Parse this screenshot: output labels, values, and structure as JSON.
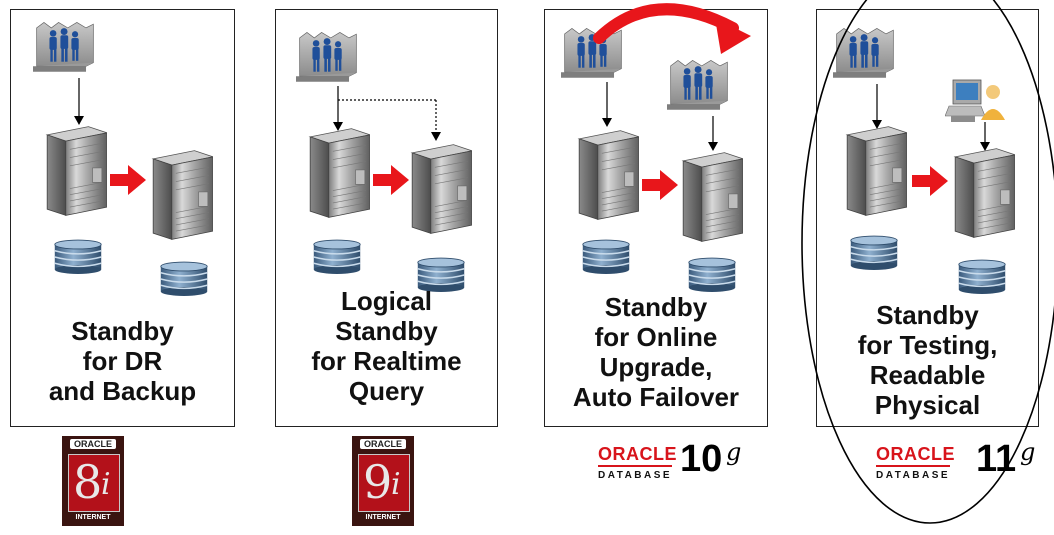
{
  "panels": [
    {
      "caption": "Standby\nfor DR\nand Backup"
    },
    {
      "caption": "Logical\nStandby\nfor Realtime\nQuery"
    },
    {
      "caption": "Standby\nfor Online\nUpgrade,\nAuto Failover"
    },
    {
      "caption": "Standby\nfor Testing,\nReadable\nPhysical"
    }
  ],
  "logos": {
    "v8": {
      "brand": "ORACLE",
      "version": "8",
      "suffix": "i",
      "footer": "INTERNET"
    },
    "v9": {
      "brand": "ORACLE",
      "version": "9",
      "suffix": "i",
      "footer": "INTERNET"
    },
    "v10": {
      "brand": "ORACLE",
      "sub": "DATABASE",
      "version": "10",
      "suffix": "g"
    },
    "v11": {
      "brand": "ORACLE",
      "sub": "DATABASE",
      "version": "11",
      "suffix": "g"
    }
  },
  "colors": {
    "arrow": "#e8161b",
    "oracle_red": "#d8141b",
    "badge_dark": "#3a1410",
    "badge_red": "#b3111a",
    "disk": "#4a6e92",
    "people": "#1f4f9a"
  }
}
